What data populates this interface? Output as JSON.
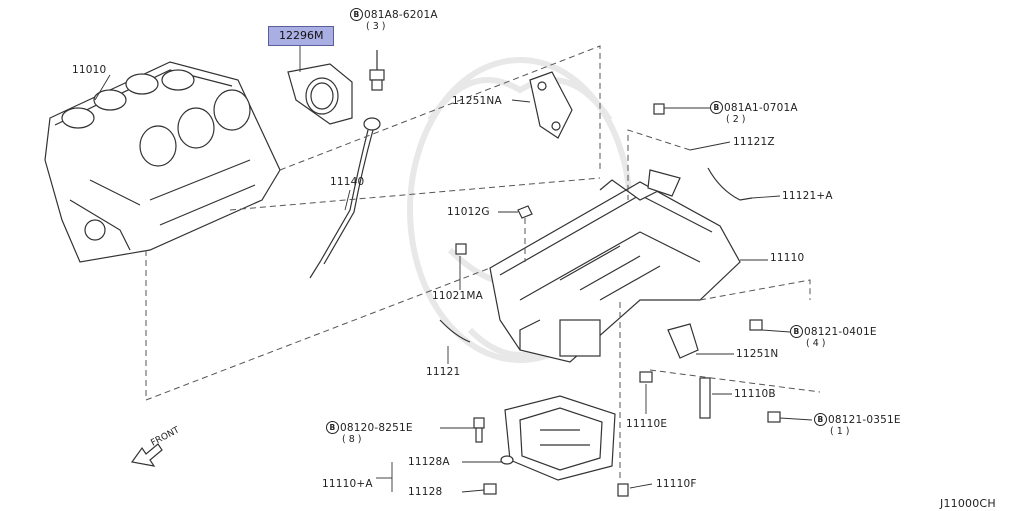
{
  "diagram_code": "J11000CH",
  "front_label": "FRONT",
  "highlighted_part": "12296M",
  "parts": {
    "p11010": "11010",
    "p11140": "11140",
    "p11251NA": "11251NA",
    "p11121Z": "11121Z",
    "p11121A": "11121+A",
    "p11012G": "11012G",
    "p11110": "11110",
    "p11021MA": "11021MA",
    "p11121": "11121",
    "p11251N": "11251N",
    "p11110B": "11110B",
    "p11110E": "11110E",
    "p11110A": "11110+A",
    "p11128A": "11128A",
    "p11128": "11128",
    "p11110F": "11110F"
  },
  "bolts": {
    "b1": {
      "badge": "B",
      "code": "081A8-6201A",
      "qty": "( 3 )"
    },
    "b2": {
      "badge": "B",
      "code": "081A1-0701A",
      "qty": "( 2 )"
    },
    "b3": {
      "badge": "B",
      "code": "08121-0401E",
      "qty": "( 4 )"
    },
    "b4": {
      "badge": "B",
      "code": "08120-8251E",
      "qty": "( 8 )"
    },
    "b5": {
      "badge": "B",
      "code": "08121-0351E",
      "qty": "( 1 )"
    }
  },
  "colors": {
    "highlight": "#a9aee3",
    "line": "#333333",
    "watermark": "#e6e6e6"
  }
}
